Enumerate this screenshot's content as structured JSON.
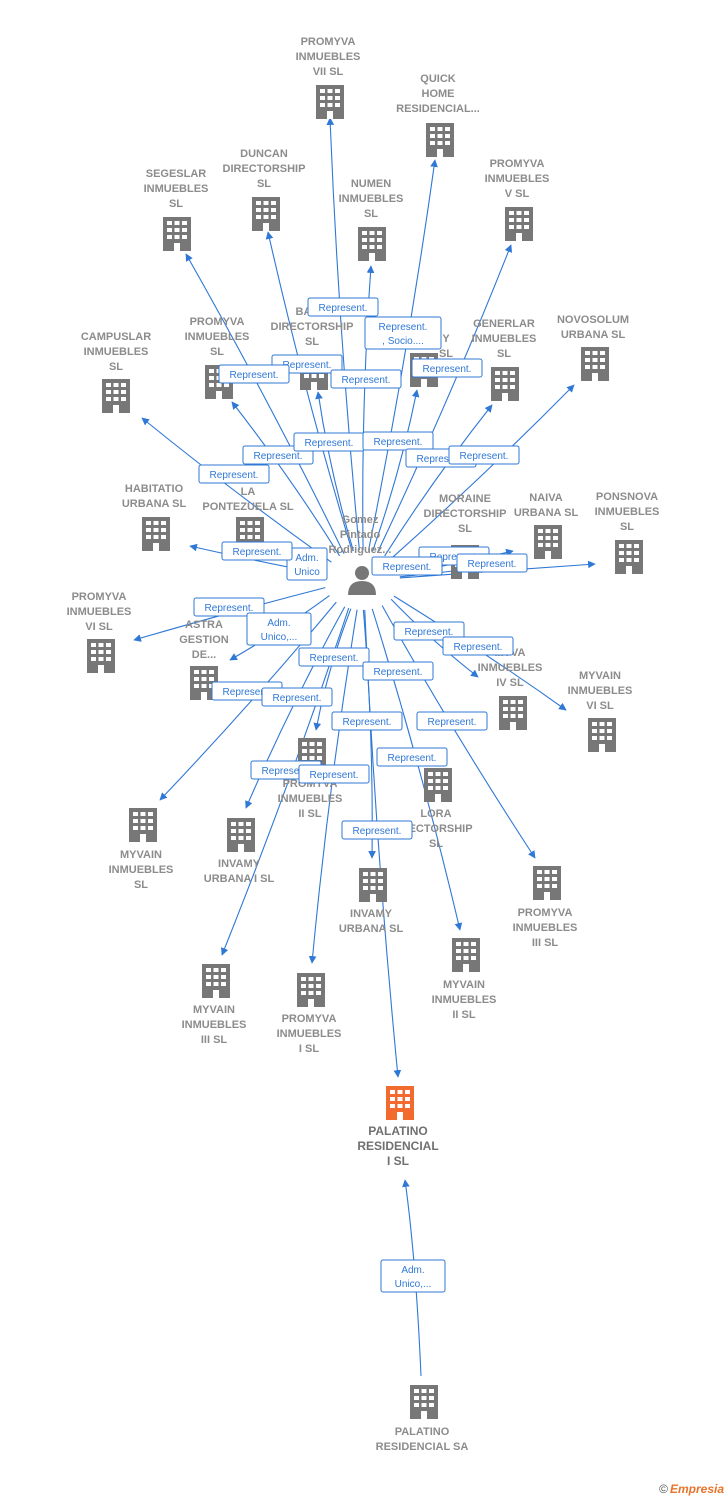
{
  "person": {
    "name_lines": [
      "Gomez",
      "Pintado",
      "Rodriguez..."
    ]
  },
  "companies": [
    {
      "id": "promyva7",
      "lines": [
        "PROMYVA",
        "INMUEBLES",
        "VII  SL"
      ]
    },
    {
      "id": "quick",
      "lines": [
        "QUICK",
        "HOME",
        "RESIDENCIAL..."
      ]
    },
    {
      "id": "duncan",
      "lines": [
        "DUNCAN",
        "DIRECTORSHIP",
        "SL"
      ]
    },
    {
      "id": "segeslar",
      "lines": [
        "SEGESLAR",
        "INMUEBLES",
        "SL"
      ]
    },
    {
      "id": "numen",
      "lines": [
        "NUMEN",
        "INMUEBLES",
        "SL"
      ]
    },
    {
      "id": "promyva5",
      "lines": [
        "PROMYVA",
        "INMUEBLES",
        "V  SL"
      ]
    },
    {
      "id": "campuslar",
      "lines": [
        "CAMPUSLAR",
        "INMUEBLES",
        "SL"
      ]
    },
    {
      "id": "promyvaSL",
      "lines": [
        "PROMYVA",
        "INMUEBLES",
        "SL"
      ]
    },
    {
      "id": "bar",
      "lines": [
        "BAR...",
        "DIRECTORSHIP",
        "SL"
      ]
    },
    {
      "id": "ysl",
      "lines": [
        "Y",
        "SL"
      ]
    },
    {
      "id": "generlar",
      "lines": [
        "GENERLAR",
        "INMUEBLES",
        "SL"
      ]
    },
    {
      "id": "novosolum",
      "lines": [
        "NOVOSOLUM",
        "URBANA  SL"
      ]
    },
    {
      "id": "habitatio",
      "lines": [
        "HABITATIO",
        "URBANA  SL"
      ]
    },
    {
      "id": "pontezuela",
      "lines": [
        "LA",
        "PONTEZUELA SL"
      ]
    },
    {
      "id": "moraine",
      "lines": [
        "MORAINE",
        "DIRECTORSHIP",
        "SL"
      ]
    },
    {
      "id": "naiva",
      "lines": [
        "NAIVA",
        "URBANA  SL"
      ]
    },
    {
      "id": "ponsnova",
      "lines": [
        "PONSNOVA",
        "INMUEBLES",
        "SL"
      ]
    },
    {
      "id": "promyva6",
      "lines": [
        "PROMYVA",
        "INMUEBLES",
        "VI  SL"
      ]
    },
    {
      "id": "astra",
      "lines": [
        "ASTRA",
        "GESTION",
        "DE..."
      ]
    },
    {
      "id": "promyva4",
      "lines": [
        "...YVA",
        "INMUEBLES",
        "IV  SL"
      ]
    },
    {
      "id": "myvain6",
      "lines": [
        "MYVAIN",
        "INMUEBLES",
        "VI  SL"
      ]
    },
    {
      "id": "promyva2",
      "lines": [
        "PROMYVA",
        "INMUEBLES",
        "II  SL"
      ]
    },
    {
      "id": "lora",
      "lines": [
        "LORA",
        "...ECTORSHIP",
        "SL"
      ]
    },
    {
      "id": "myvainSL",
      "lines": [
        "MYVAIN",
        "INMUEBLES",
        "SL"
      ]
    },
    {
      "id": "invamy1",
      "lines": [
        "INVAMY",
        "URBANA I  SL"
      ]
    },
    {
      "id": "invamySL",
      "lines": [
        "INVAMY",
        "URBANA  SL"
      ]
    },
    {
      "id": "promyva3",
      "lines": [
        "PROMYVA",
        "INMUEBLES",
        "III  SL"
      ]
    },
    {
      "id": "myvain3",
      "lines": [
        "MYVAIN",
        "INMUEBLES",
        "III  SL"
      ]
    },
    {
      "id": "promyva1",
      "lines": [
        "PROMYVA",
        "INMUEBLES",
        "I  SL"
      ]
    },
    {
      "id": "myvain2",
      "lines": [
        "MYVAIN",
        "INMUEBLES",
        "II  SL"
      ]
    },
    {
      "id": "palatinoI",
      "lines": [
        "PALATINO",
        "RESIDENCIAL",
        "I  SL"
      ],
      "main": true
    },
    {
      "id": "palatinoSA",
      "lines": [
        "PALATINO",
        "RESIDENCIAL SA"
      ]
    }
  ],
  "edge_labels": [
    {
      "id": "e1",
      "lines": [
        "Represent."
      ]
    },
    {
      "id": "e2",
      "lines": [
        "Represent.",
        ", Socio...."
      ]
    },
    {
      "id": "e3",
      "lines": [
        "Represent."
      ]
    },
    {
      "id": "e4",
      "lines": [
        "Represent."
      ]
    },
    {
      "id": "e5",
      "lines": [
        "Represent."
      ]
    },
    {
      "id": "e6",
      "lines": [
        "Represent."
      ]
    },
    {
      "id": "e7",
      "lines": [
        "Represent."
      ]
    },
    {
      "id": "e8",
      "lines": [
        "Represent."
      ]
    },
    {
      "id": "e9",
      "lines": [
        "Represent."
      ]
    },
    {
      "id": "e10",
      "lines": [
        "Represent."
      ]
    },
    {
      "id": "e11",
      "lines": [
        "Represent."
      ]
    },
    {
      "id": "e12",
      "lines": [
        "Represent."
      ]
    },
    {
      "id": "e13",
      "lines": [
        "Adm.",
        "Unico"
      ]
    },
    {
      "id": "e14",
      "lines": [
        "Represent."
      ]
    },
    {
      "id": "e15",
      "lines": [
        "Represent."
      ]
    },
    {
      "id": "e16",
      "lines": [
        "Represent."
      ]
    },
    {
      "id": "e17",
      "lines": [
        "Represent."
      ]
    },
    {
      "id": "e18",
      "lines": [
        "Adm.",
        "Unico,..."
      ]
    },
    {
      "id": "e19",
      "lines": [
        "Represent."
      ]
    },
    {
      "id": "e20",
      "lines": [
        "Represent."
      ]
    },
    {
      "id": "e21",
      "lines": [
        "Represent."
      ]
    },
    {
      "id": "e22",
      "lines": [
        "Represent."
      ]
    },
    {
      "id": "e23",
      "lines": [
        "Represent."
      ]
    },
    {
      "id": "e24",
      "lines": [
        "Represent."
      ]
    },
    {
      "id": "e25",
      "lines": [
        "Represent."
      ]
    },
    {
      "id": "e26",
      "lines": [
        "Represent."
      ]
    },
    {
      "id": "e27",
      "lines": [
        "Represent."
      ]
    },
    {
      "id": "e28",
      "lines": [
        "Represent."
      ]
    },
    {
      "id": "e29",
      "lines": [
        "Represent."
      ]
    },
    {
      "id": "e30",
      "lines": [
        "Represent."
      ]
    },
    {
      "id": "e31",
      "lines": [
        "Represent."
      ]
    },
    {
      "id": "e32",
      "lines": [
        "Adm.",
        "Unico,..."
      ]
    }
  ],
  "footer": {
    "copyright": "©",
    "brand": "Empresia"
  },
  "colors": {
    "edge": "#2f78d6",
    "building": "#777777",
    "building_main": "#f26a2e",
    "text": "#8c8c8c"
  }
}
